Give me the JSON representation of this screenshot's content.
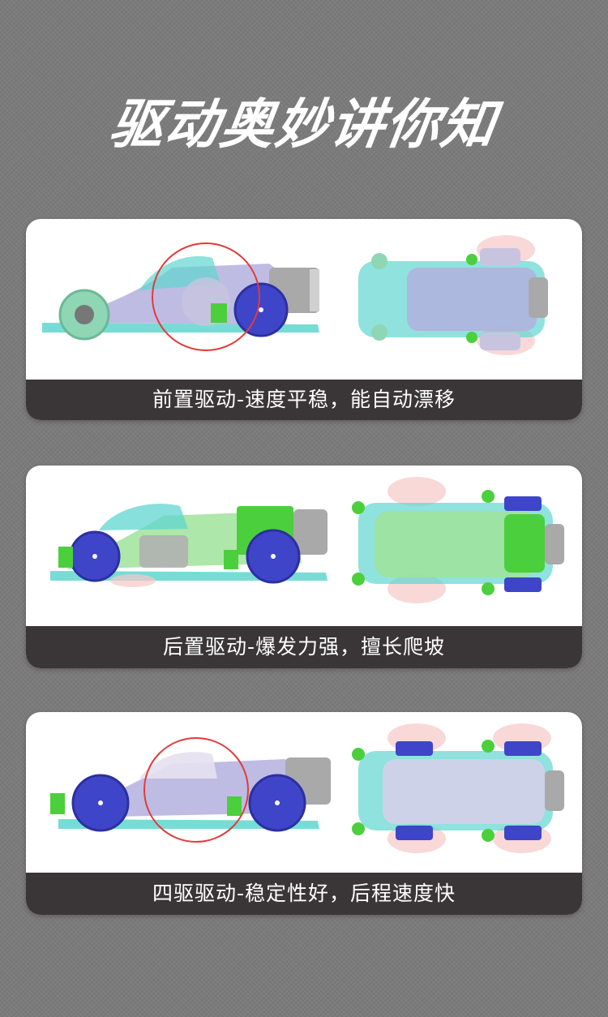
{
  "header": {
    "title": "驱动奥妙讲你知"
  },
  "cards": [
    {
      "caption": "前置驱动-速度平稳，能自动漂移",
      "drive": "front"
    },
    {
      "caption": "后置驱动-爆发力强，擅长爬坡",
      "drive": "rear"
    },
    {
      "caption": "四驱驱动-稳定性好，后程速度快",
      "drive": "four-wheel"
    }
  ],
  "colors": {
    "background": "#7b7b7b",
    "card": "#ffffff",
    "caption_bar": "#3a3637",
    "chassis": "#5fd6cf",
    "body_purple": "#b3b0de",
    "body_green": "#4ccf3c",
    "wheel_blue": "#3f45c8",
    "motor_gray": "#a9a9a9",
    "highlight_red": "#e23a3a"
  }
}
